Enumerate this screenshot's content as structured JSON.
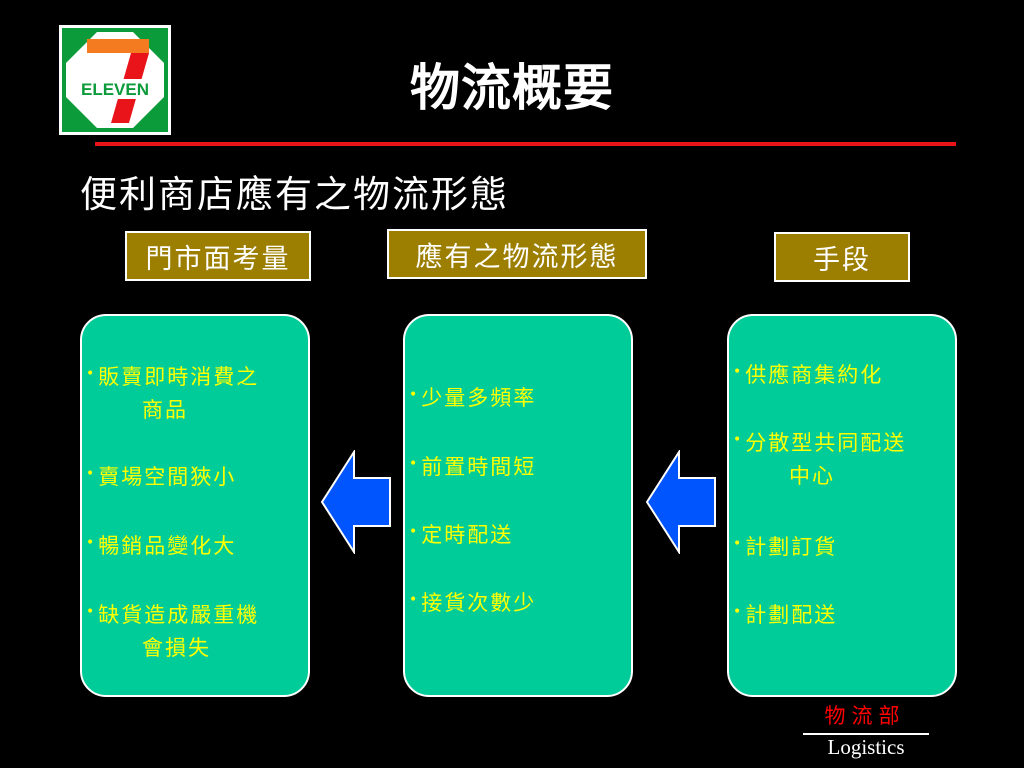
{
  "slide": {
    "title": "物流概要",
    "subtitle": "便利商店應有之物流形態",
    "logo_text": "ELEVEN"
  },
  "headers": {
    "left": "門市面考量",
    "middle": "應有之物流形態",
    "right": "手段"
  },
  "panels": {
    "left": [
      {
        "line1": "販賣即時消費之",
        "line2": "商品"
      },
      {
        "line1": "賣場空間狹小",
        "line2": ""
      },
      {
        "line1": "暢銷品變化大",
        "line2": ""
      },
      {
        "line1": "缺貨造成嚴重機",
        "line2": "會損失"
      }
    ],
    "middle": [
      {
        "line1": "少量多頻率"
      },
      {
        "line1": "前置時間短"
      },
      {
        "line1": "定時配送"
      },
      {
        "line1": "接貨次數少"
      }
    ],
    "right": [
      {
        "line1": "供應商集約化",
        "line2": ""
      },
      {
        "line1": "分散型共同配送",
        "line2": "中心"
      },
      {
        "line1": "計劃訂貨",
        "line2": ""
      },
      {
        "line1": "計劃配送",
        "line2": ""
      }
    ]
  },
  "footer": {
    "department": "物流部",
    "english": "Logistics"
  },
  "colors": {
    "background": "#000000",
    "accent_rule": "#e8141a",
    "header_fill": "#9c7e00",
    "panel_fill": "#00cc99",
    "panel_text": "#ffff00",
    "arrow_fill": "#0055ff"
  }
}
